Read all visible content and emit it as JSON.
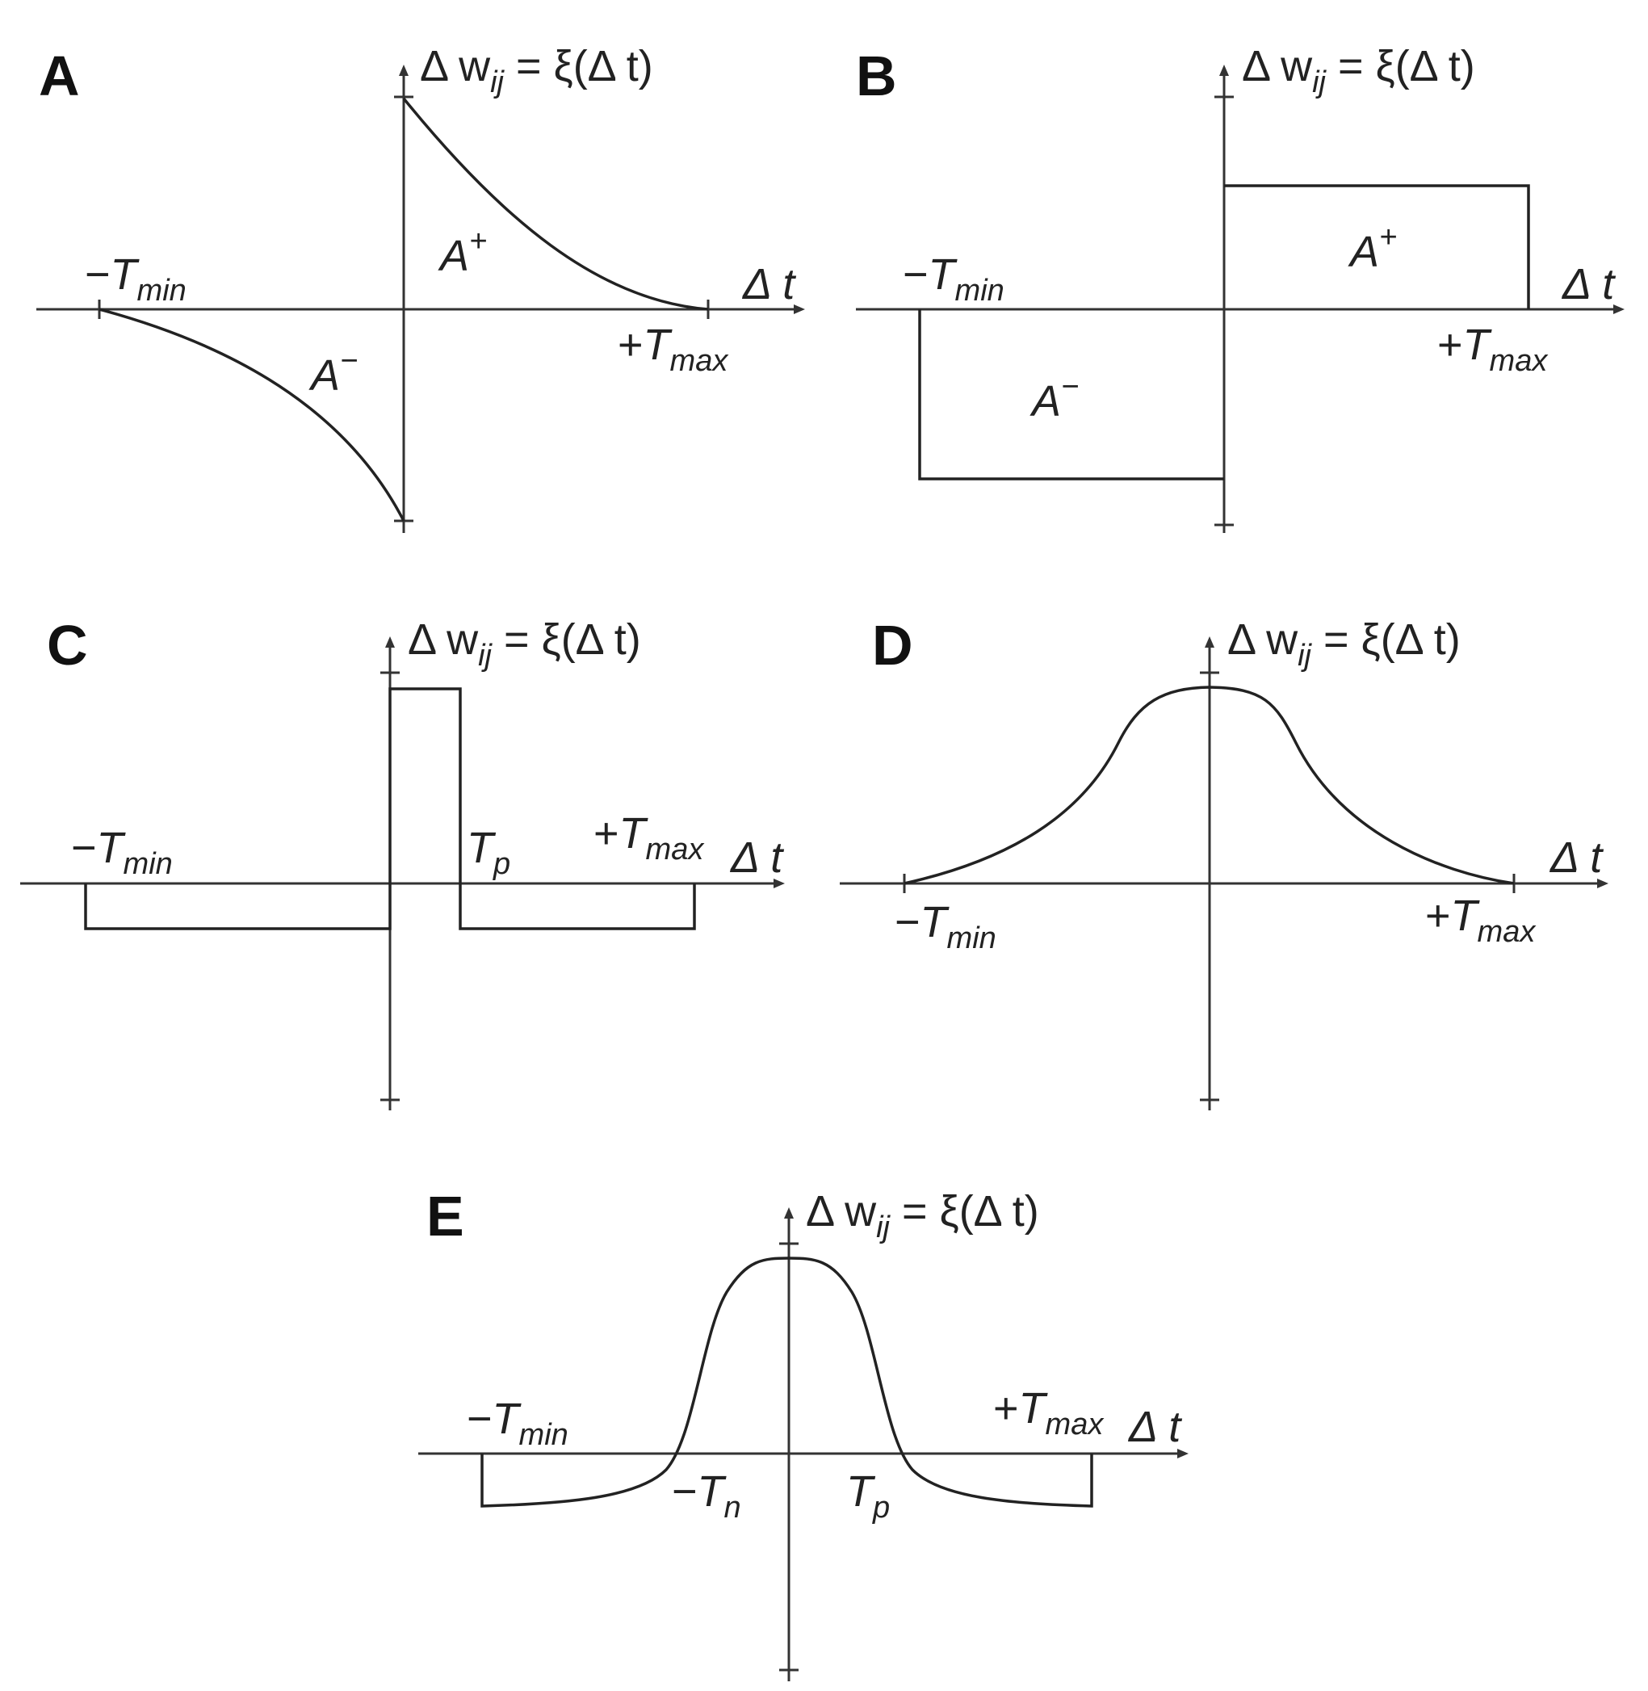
{
  "panels": [
    {
      "id": "A",
      "label": "A",
      "ylabel": {
        "pre": "Δ w",
        "sub": "ij",
        "eq": " = ξ(Δ t)"
      },
      "xlabel": "Δ t",
      "neg_label": {
        "sign": "−",
        "T": "T",
        "sub": "min"
      },
      "pos_label": {
        "sign": "+",
        "T": "T",
        "sub": "max"
      },
      "area_pos": {
        "A": "A",
        "sup": "+"
      },
      "area_neg": {
        "A": "A",
        "sup": "−"
      }
    },
    {
      "id": "B",
      "label": "B",
      "ylabel": {
        "pre": "Δ w",
        "sub": "ij",
        "eq": " = ξ(Δ t)"
      },
      "xlabel": "Δ t",
      "neg_label": {
        "sign": "−",
        "T": "T",
        "sub": "min"
      },
      "pos_label": {
        "sign": "+",
        "T": "T",
        "sub": "max"
      },
      "area_pos": {
        "A": "A",
        "sup": "+"
      },
      "area_neg": {
        "A": "A",
        "sup": "−"
      }
    },
    {
      "id": "C",
      "label": "C",
      "ylabel": {
        "pre": "Δ w",
        "sub": "ij",
        "eq": " = ξ(Δ t)"
      },
      "xlabel": "Δ t",
      "neg_label": {
        "sign": "−",
        "T": "T",
        "sub": "min"
      },
      "pos_label": {
        "sign": "+",
        "T": "T",
        "sub": "max"
      },
      "tp_label": {
        "T": "T",
        "sub": "p"
      }
    },
    {
      "id": "D",
      "label": "D",
      "ylabel": {
        "pre": "Δ w",
        "sub": "ij",
        "eq": " = ξ(Δ t)"
      },
      "xlabel": "Δ t",
      "neg_label": {
        "sign": "−",
        "T": "T",
        "sub": "min"
      },
      "pos_label": {
        "sign": "+",
        "T": "T",
        "sub": "max"
      }
    },
    {
      "id": "E",
      "label": "E",
      "ylabel": {
        "pre": "Δ w",
        "sub": "ij",
        "eq": " = ξ(Δ t)"
      },
      "xlabel": "Δ t",
      "neg_label": {
        "sign": "−",
        "T": "T",
        "sub": "min"
      },
      "pos_label": {
        "sign": "+",
        "T": "T",
        "sub": "max"
      },
      "tn_label": {
        "sign": "−",
        "T": "T",
        "sub": "n"
      },
      "tp_label": {
        "T": "T",
        "sub": "p"
      }
    }
  ]
}
